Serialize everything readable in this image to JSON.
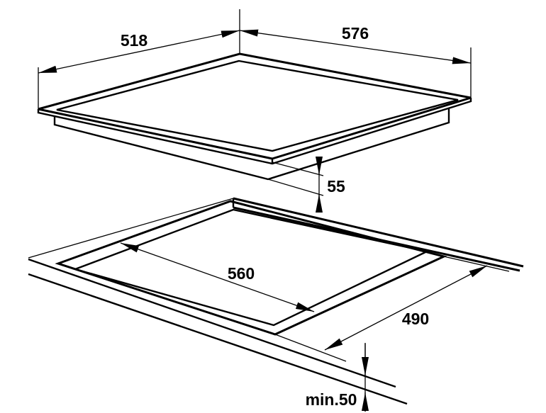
{
  "colors": {
    "line": "#000000",
    "background": "#ffffff"
  },
  "drawing": {
    "type": "installation-diagram",
    "parts": [
      "hob-top-view",
      "worktop-cutout-view"
    ]
  },
  "dimensions": {
    "hob_width": {
      "label": "518"
    },
    "hob_depth": {
      "label": "576"
    },
    "hob_build_in_height": {
      "label": "55"
    },
    "cutout_width": {
      "label": "560"
    },
    "cutout_depth": {
      "label": "490"
    },
    "front_edge_clearance": {
      "label": "min.50"
    }
  }
}
